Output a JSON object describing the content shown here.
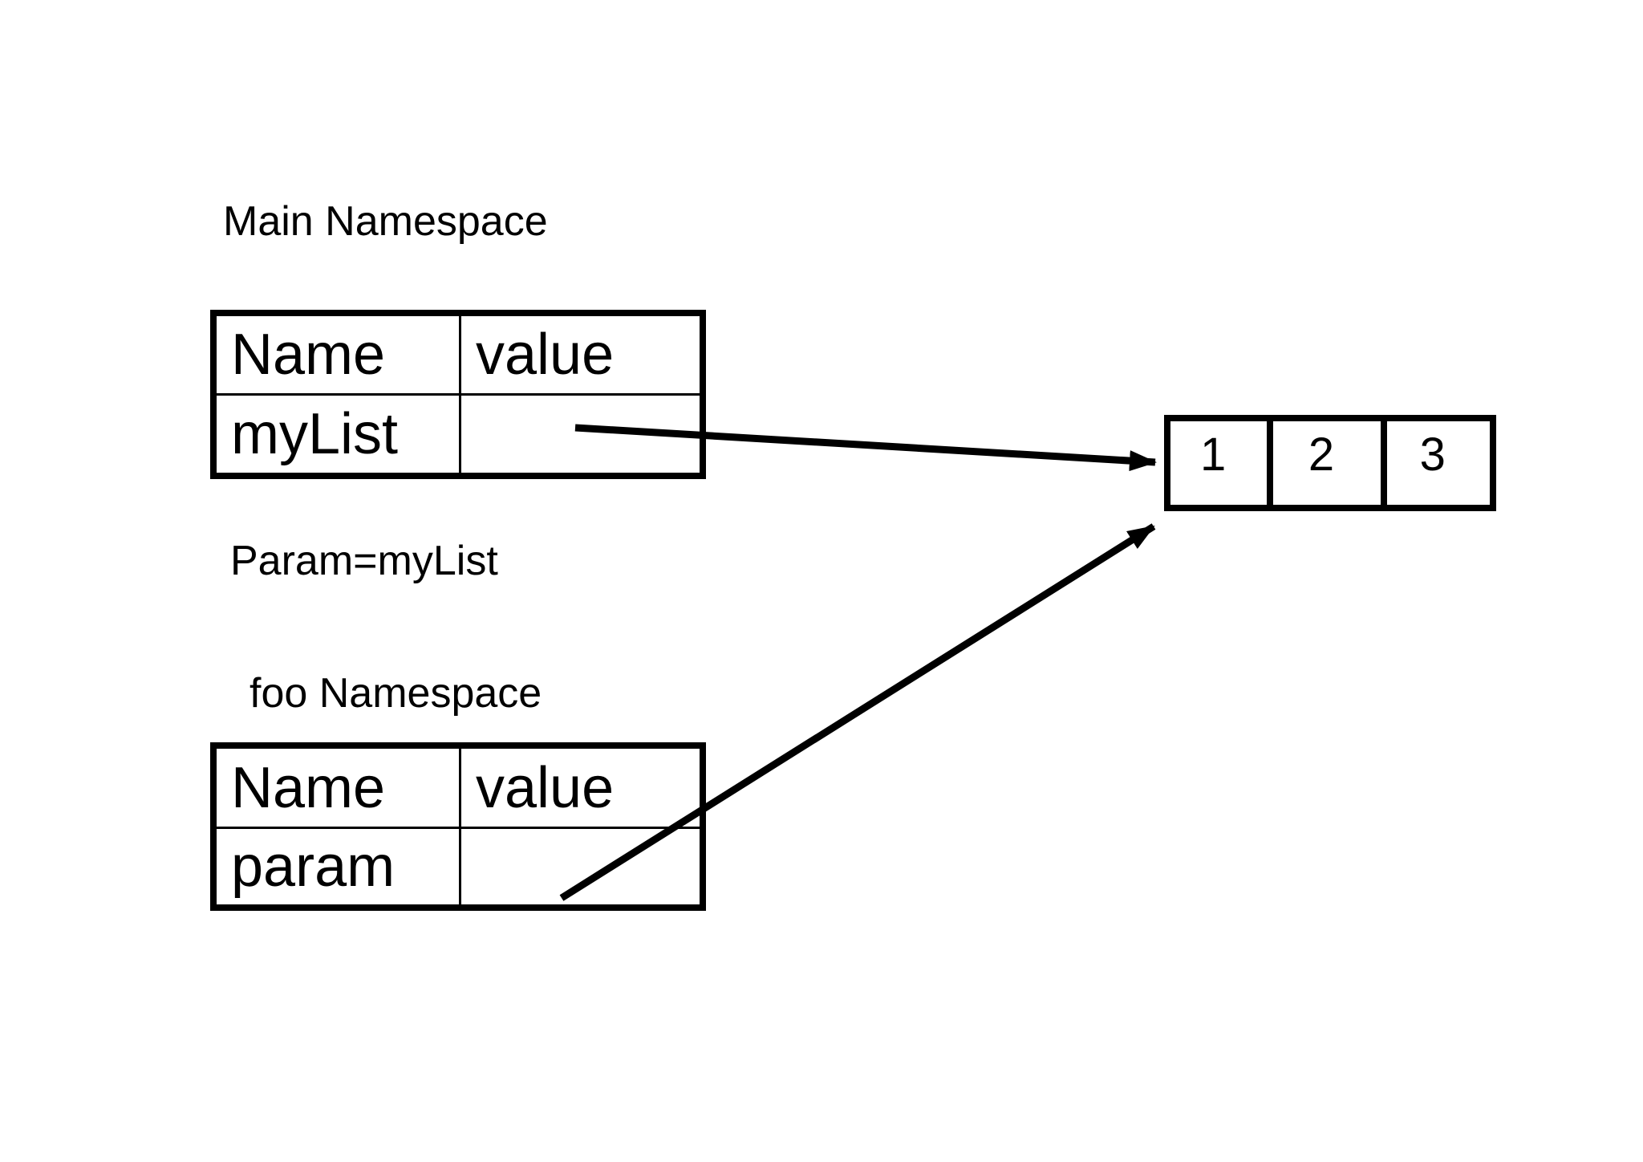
{
  "page": {
    "background": "#ffffff",
    "ink": "#000000"
  },
  "main_namespace": {
    "title": "Main Namespace",
    "table": {
      "headers": [
        "Name",
        "value"
      ],
      "rows": [
        {
          "name": "myList",
          "value": ""
        }
      ]
    }
  },
  "assignment_label": "Param=myList",
  "foo_namespace": {
    "title": "foo Namespace",
    "table": {
      "headers": [
        "Name",
        "value"
      ],
      "rows": [
        {
          "name": "param",
          "value": ""
        }
      ]
    }
  },
  "list_object": {
    "items": [
      "1",
      "2",
      "3"
    ]
  },
  "arrows": [
    {
      "from": "main_namespace.rows.myList.value",
      "to": "list_object"
    },
    {
      "from": "foo_namespace.rows.param.value",
      "to": "list_object"
    }
  ]
}
